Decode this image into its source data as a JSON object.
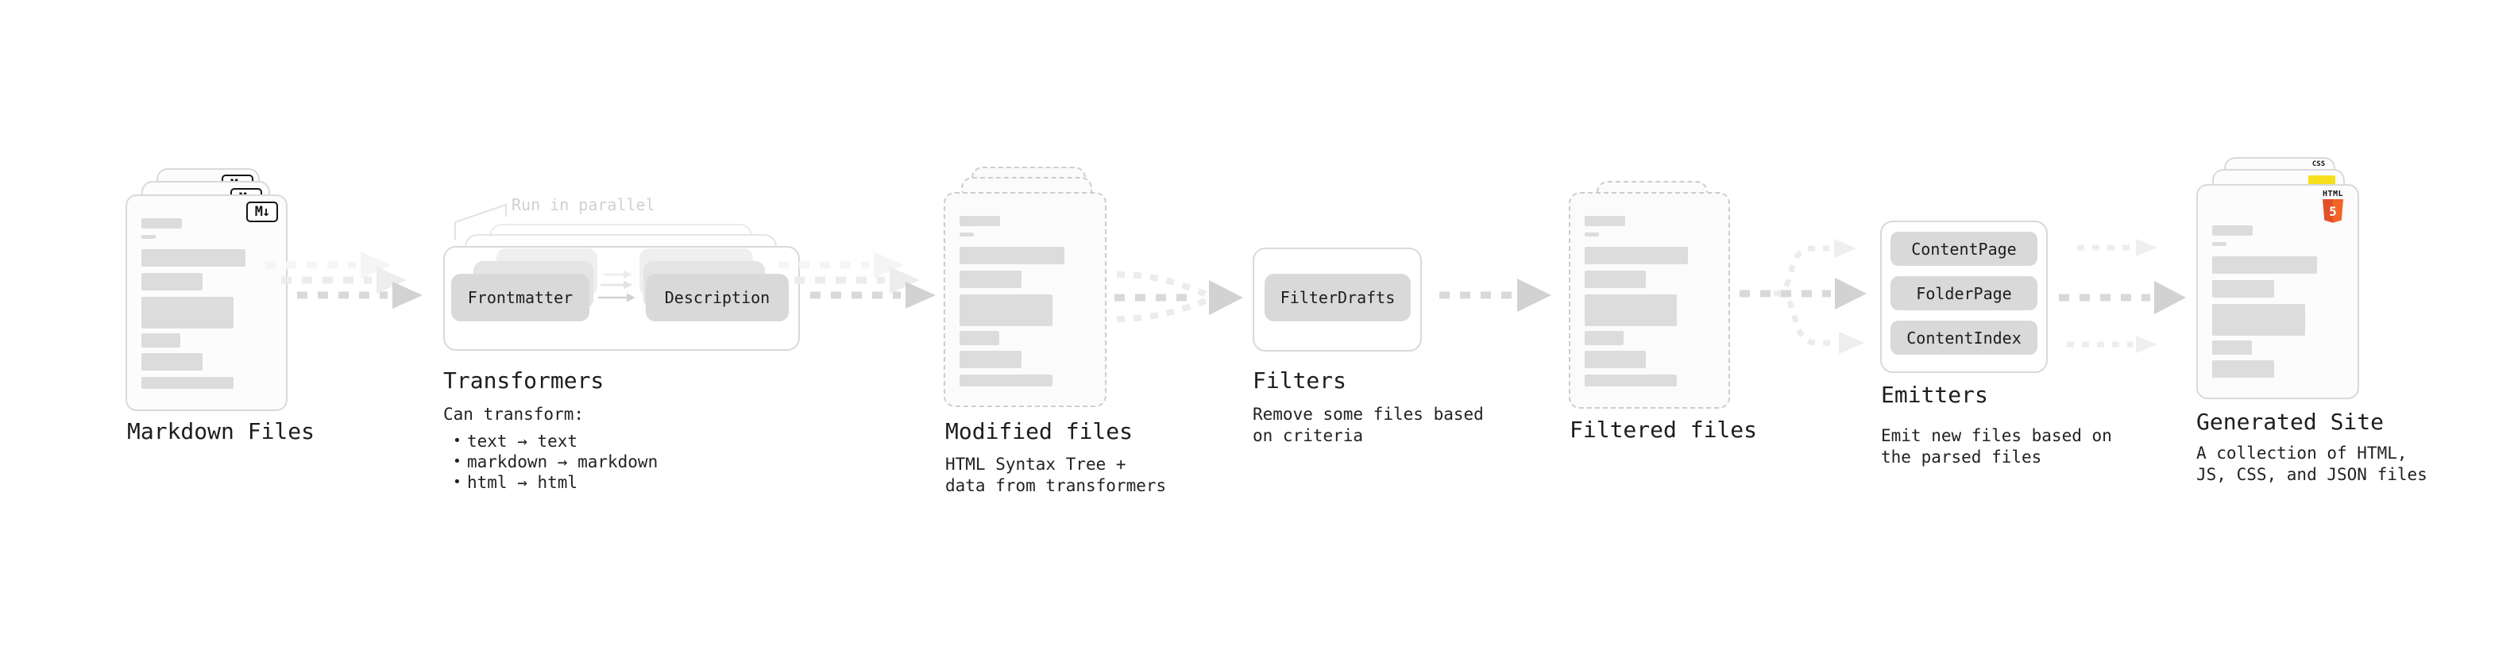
{
  "page": {
    "background": "#ffffff"
  },
  "colors": {
    "html5_orange": "#e34f26",
    "html5_orange_light": "#f16529",
    "js_yellow": "#f7df1e",
    "css_blue": "#2965f1"
  },
  "stages": {
    "markdown": {
      "title": "Markdown Files",
      "badge": "M↓"
    },
    "transformers": {
      "title": "Transformers",
      "note": "Run in parallel",
      "pill_left": "Frontmatter",
      "pill_right": "Description",
      "desc": "Can transform:",
      "bullets": [
        "text → text",
        "markdown → markdown",
        "html → html"
      ]
    },
    "modified": {
      "title": "Modified files",
      "desc": [
        "HTML Syntax Tree +",
        "data from transformers"
      ]
    },
    "filters": {
      "title": "Filters",
      "pill": "FilterDrafts",
      "desc": [
        "Remove some files based",
        "on criteria"
      ]
    },
    "filtered": {
      "title": "Filtered files"
    },
    "emitters": {
      "title": "Emitters",
      "pills": [
        "ContentPage",
        "FolderPage",
        "ContentIndex"
      ],
      "desc": [
        "Emit new files based on",
        "the parsed files"
      ]
    },
    "generated": {
      "title": "Generated Site",
      "desc": [
        "A collection of HTML,",
        "JS, CSS, and JSON files"
      ],
      "badge_css": "CSS",
      "badge_html_top": "HTML",
      "badge_html_number": "5"
    }
  }
}
